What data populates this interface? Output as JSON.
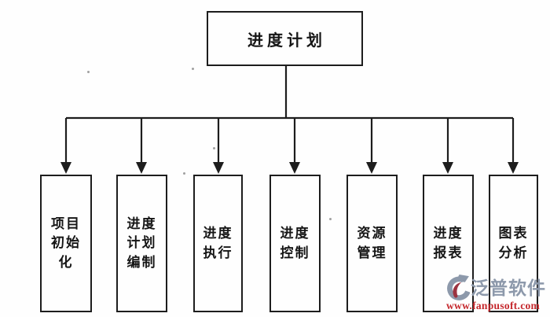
{
  "page": {
    "background_color": "#fefefe",
    "line_color": "#1d1d1d"
  },
  "diagram": {
    "root": {
      "label": "进度计划"
    },
    "children": [
      {
        "label": "项目初始化"
      },
      {
        "label": "进度计划编制"
      },
      {
        "label": "进度执行"
      },
      {
        "label": "进度控制"
      },
      {
        "label": "资源管理"
      },
      {
        "label": "进度报表"
      },
      {
        "label": "图表分析"
      }
    ]
  },
  "watermark": {
    "logo_icon": "fanpu-swoosh-logo",
    "brand": "泛普软件",
    "url": "www.fanpusoft.com",
    "brand_color": "#8d99ab",
    "url_color": "#c5282d",
    "logo_gray": "#8d99ab",
    "logo_red": "#9c3340"
  }
}
